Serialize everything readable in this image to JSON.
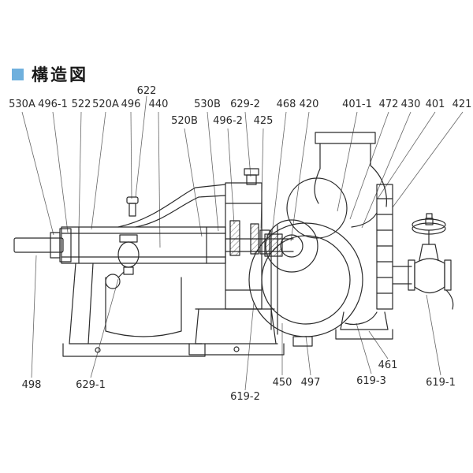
{
  "header": {
    "title": "構造図",
    "bullet_color": "#6fb0dd"
  },
  "diagram": {
    "type": "pump-cross-section-structural-drawing",
    "line_color": "#2b2b2b",
    "leader_color": "#666666",
    "labels": [
      {
        "text": "622"
      },
      {
        "text": "530A"
      },
      {
        "text": "496-1"
      },
      {
        "text": "522"
      },
      {
        "text": "520A"
      },
      {
        "text": "496"
      },
      {
        "text": "440"
      },
      {
        "text": "520B"
      },
      {
        "text": "530B"
      },
      {
        "text": "496-2"
      },
      {
        "text": "629-2"
      },
      {
        "text": "425"
      },
      {
        "text": "468"
      },
      {
        "text": "420"
      },
      {
        "text": "401-1"
      },
      {
        "text": "472"
      },
      {
        "text": "430"
      },
      {
        "text": "401"
      },
      {
        "text": "421"
      },
      {
        "text": "498"
      },
      {
        "text": "629-1"
      },
      {
        "text": "619-2"
      },
      {
        "text": "450"
      },
      {
        "text": "497"
      },
      {
        "text": "619-3"
      },
      {
        "text": "461"
      },
      {
        "text": "619-1"
      }
    ]
  }
}
